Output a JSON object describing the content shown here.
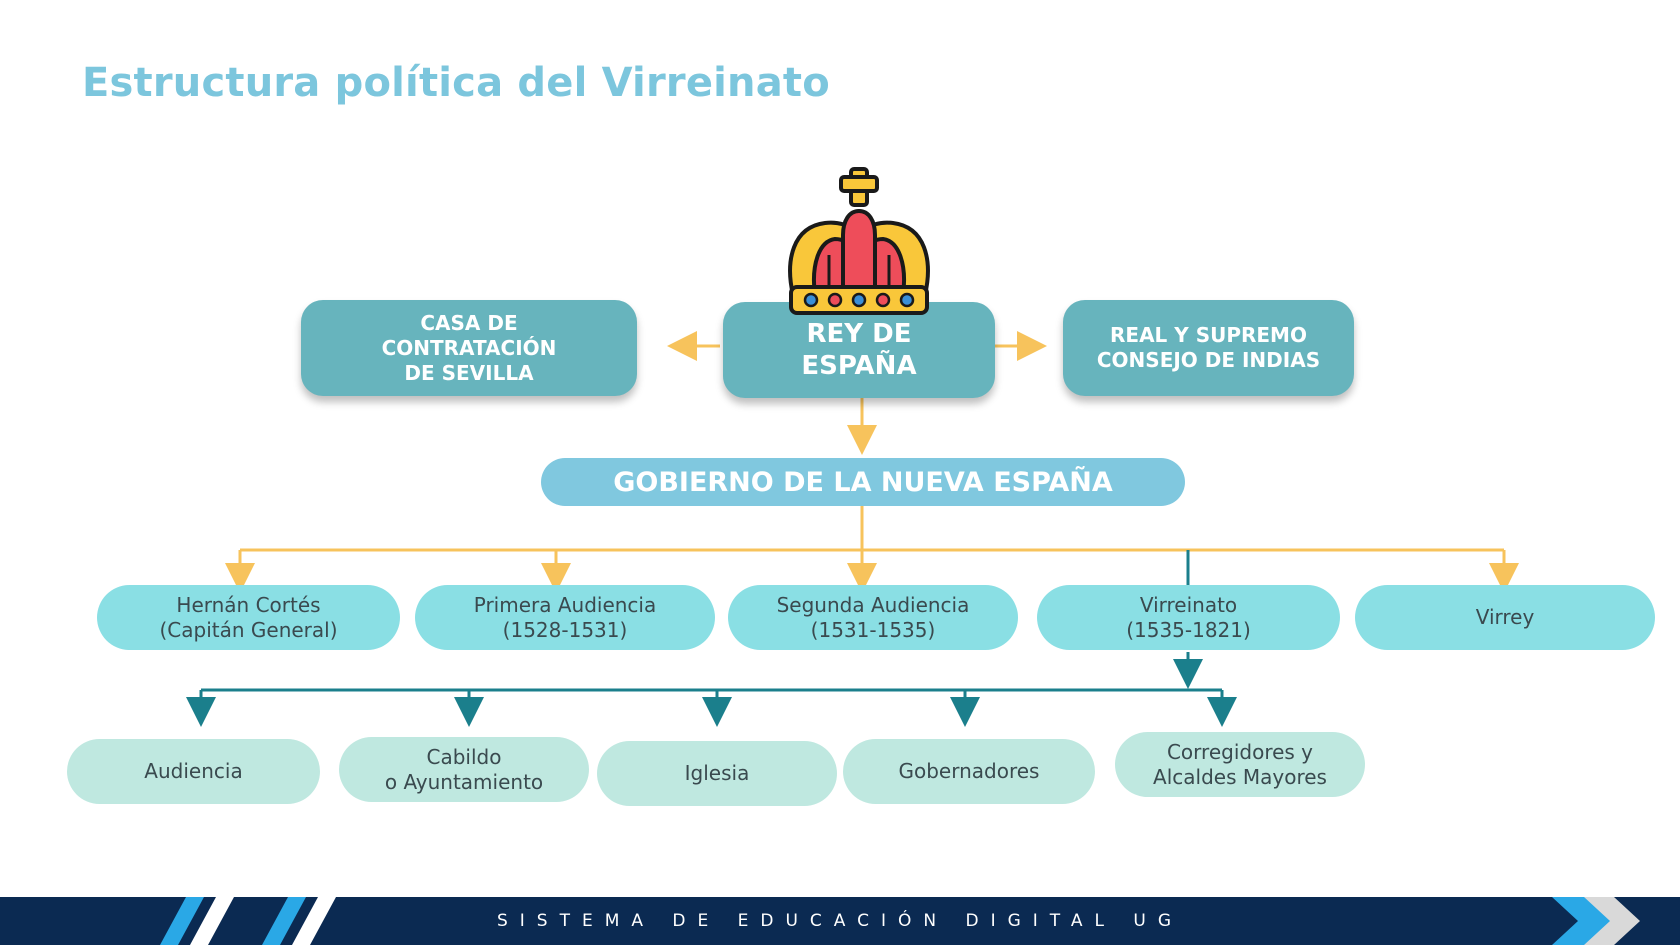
{
  "title": "Estructura política del Virreinato",
  "top": {
    "left": "CASA DE\nCONTRATACIÓN\nDE SEVILLA",
    "center": "REY DE\nESPAÑA",
    "right": "REAL Y SUPREMO\nCONSEJO DE INDIAS"
  },
  "gobierno": "GOBIERNO DE LA NUEVA ESPAÑA",
  "level2": [
    "Hernán Cortés\n(Capitán General)",
    "Primera Audiencia\n(1528-1531)",
    "Segunda Audiencia\n(1531-1535)",
    "Virreinato\n(1535-1821)",
    "Virrey"
  ],
  "level3": [
    "Audiencia",
    "Cabildo\no Ayuntamiento",
    "Iglesia",
    "Gobernadores",
    "Corregidores y\nAlcaldes Mayores"
  ],
  "footer": "SISTEMA DE EDUCACIÓN DIGITAL UG",
  "colors": {
    "accent": "#7cc6dd",
    "top_box": "#67b4bd",
    "level2": "#8adfe4",
    "level3": "#bfe8e0",
    "arrow_orange": "#f7c35c",
    "arrow_teal": "#1b7f8c",
    "footer_bg": "#0b2a52"
  },
  "icons": [
    "crown-icon"
  ]
}
